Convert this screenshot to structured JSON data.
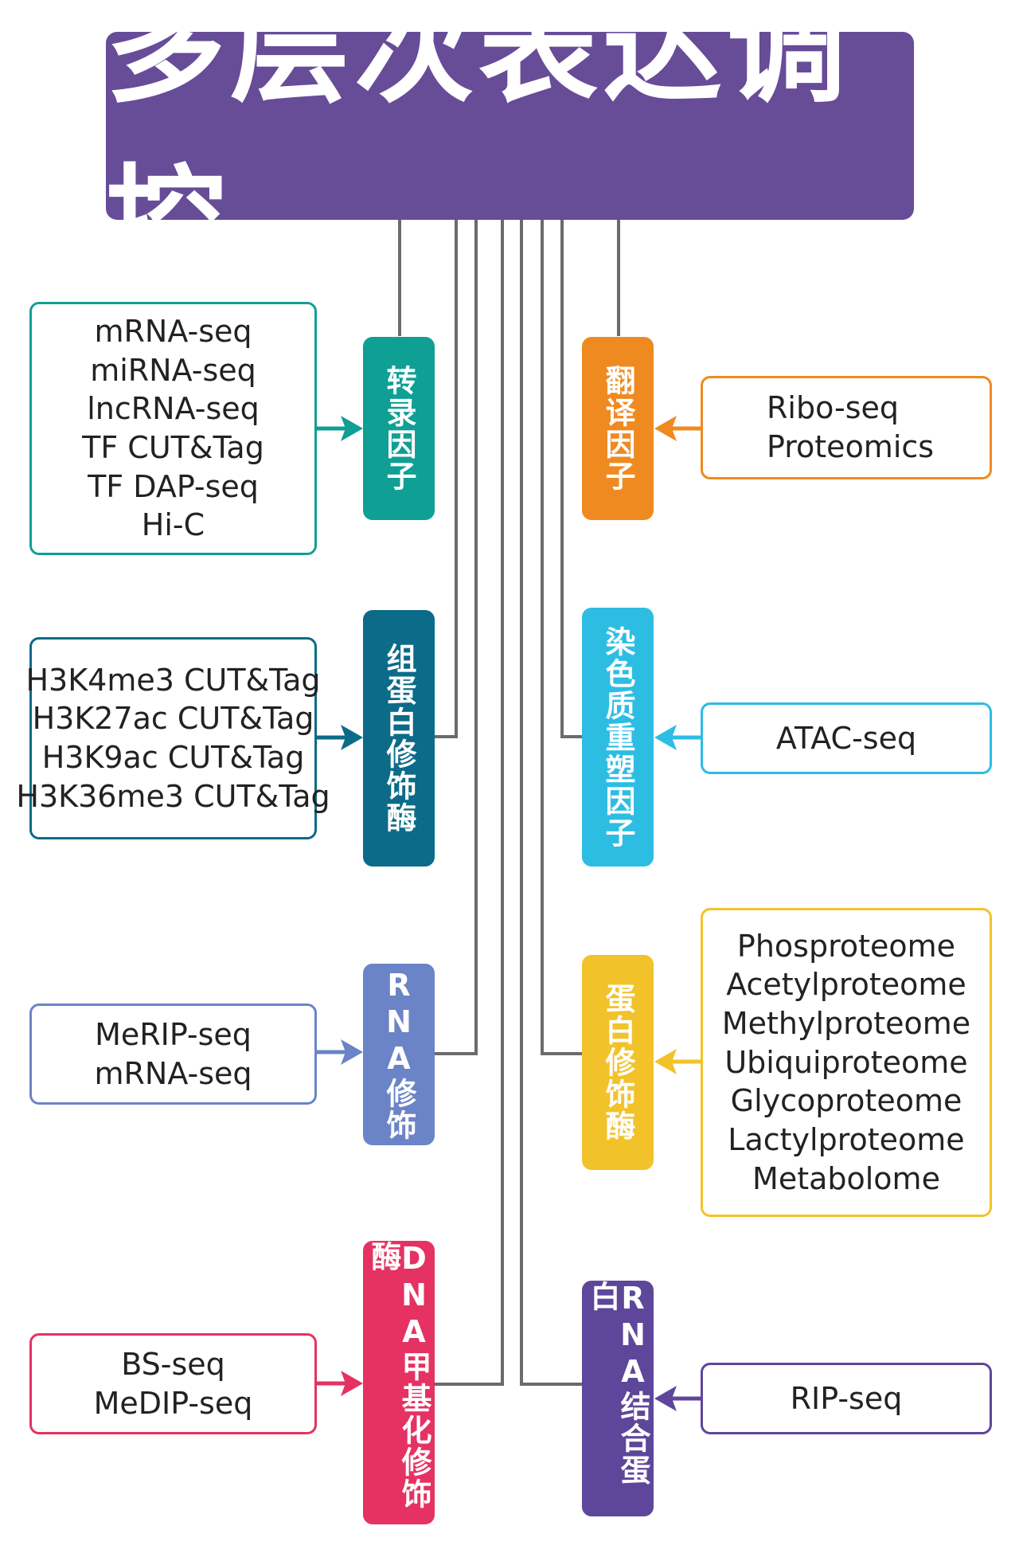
{
  "title": "多层次表达调控",
  "nodes": [
    {
      "id": "tf",
      "label": "转录因子",
      "color": "#0f9f94",
      "methods": [
        "mRNA-seq",
        "miRNA-seq",
        "lncRNA-seq",
        "TF CUT&Tag",
        "TF DAP-seq",
        "Hi-C"
      ]
    },
    {
      "id": "histone",
      "label": "组蛋白修饰酶",
      "color": "#0b6b88",
      "methods": [
        "H3K4me3 CUT&Tag",
        "H3K27ac CUT&Tag",
        "H3K9ac CUT&Tag",
        "H3K36me3 CUT&Tag"
      ]
    },
    {
      "id": "rnamod",
      "label": "RNA修饰",
      "color": "#6b84c7",
      "methods": [
        "MeRIP-seq",
        "mRNA-seq"
      ]
    },
    {
      "id": "dnamet",
      "label": "DNA甲基化修饰酶",
      "color": "#e53263",
      "methods": [
        "BS-seq",
        "MeDIP-seq"
      ]
    },
    {
      "id": "translation",
      "label": "翻译因子",
      "color": "#ef8a21",
      "methods": [
        "Ribo-seq",
        "Proteomics"
      ]
    },
    {
      "id": "chromatin",
      "label": "染色质重塑因子",
      "color": "#2dbde3",
      "methods": [
        "ATAC-seq"
      ]
    },
    {
      "id": "proteinmod",
      "label": "蛋白修饰酶",
      "color": "#f2c22a",
      "methods": [
        "Phosproteome",
        "Acetylproteome",
        "Methylproteome",
        "Ubiquiproteome",
        "Glycoproteome",
        "Lactylproteome",
        "Metabolome"
      ]
    },
    {
      "id": "rbp",
      "label": "RNA结合蛋白",
      "color": "#5e469a",
      "methods": [
        "RIP-seq"
      ]
    }
  ],
  "colors": {
    "title_bg": "#674c98",
    "connector": "#6b6b6b"
  }
}
